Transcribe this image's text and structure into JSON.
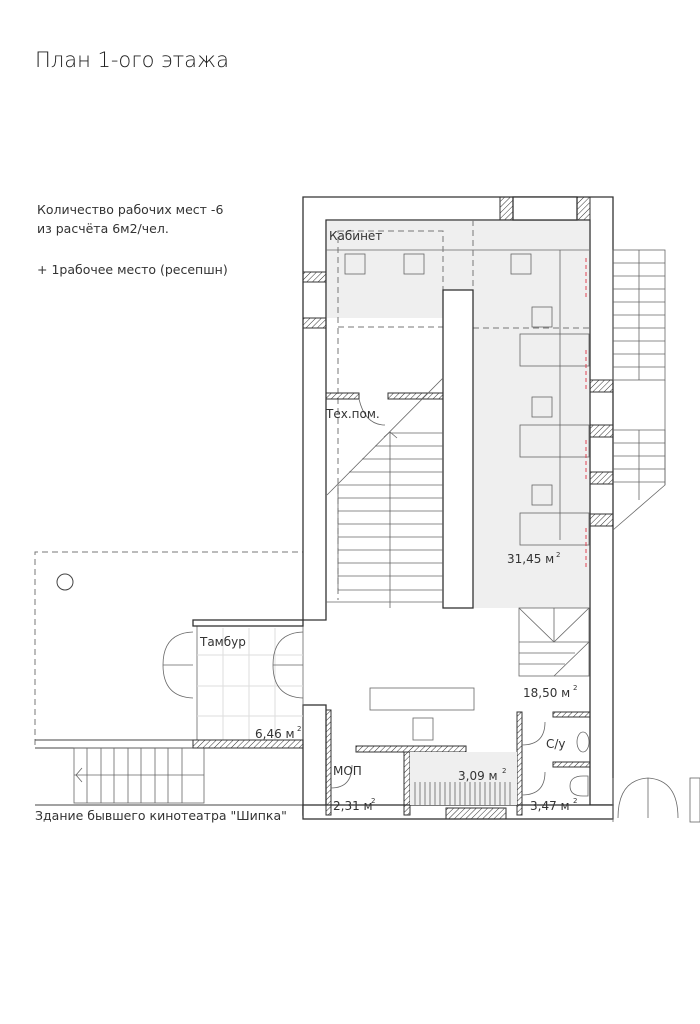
{
  "title": "План 1-ого этажа",
  "notes": {
    "line1": "Количество рабочих мест -6",
    "line2": "из расчёта 6м2/чел.",
    "line3": "+ 1рабочее место (ресепшн)"
  },
  "rooms": {
    "office": {
      "label": "Кабинет",
      "area": "31,45 м",
      "sup": "2"
    },
    "tech": {
      "label": "Тех.пом."
    },
    "vestibule": {
      "label": "Тамбур",
      "area": "6,46 м",
      "sup": "2"
    },
    "hall": {
      "area": "18,50 м",
      "sup": "2"
    },
    "mop": {
      "label": "МОП",
      "area": "2,31 м",
      "sup": "2"
    },
    "storage": {
      "area": "3,09 м",
      "sup": "2"
    },
    "wc": {
      "label": "С/у",
      "area": "3,47 м",
      "sup": "2"
    }
  },
  "caption": "Здание бывшего кинотеатра \"Шипка\""
}
